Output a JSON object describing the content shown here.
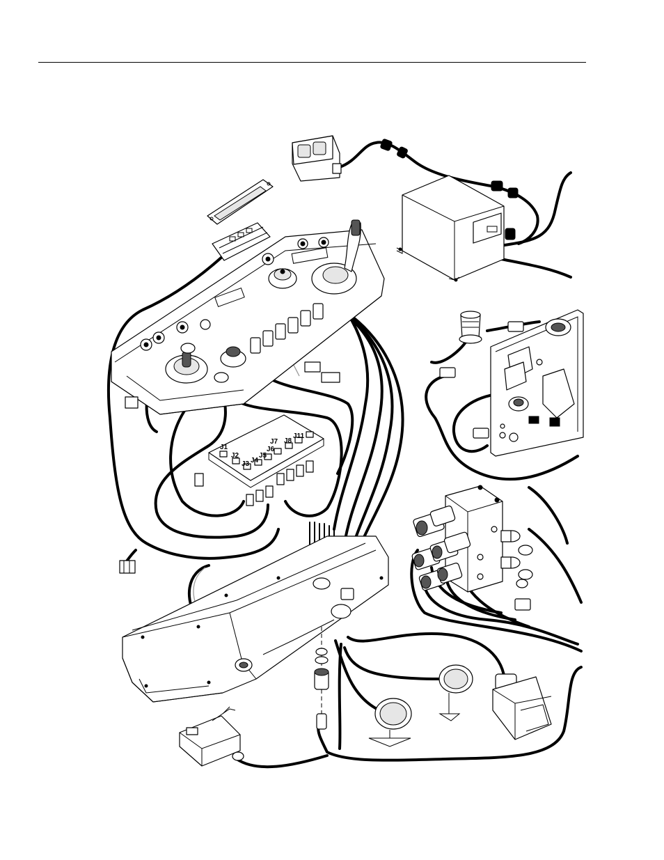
{
  "diagram": {
    "connector_labels": [
      "J1",
      "J2",
      "J3",
      "J4",
      "J5",
      "J6",
      "J7",
      "J8",
      "J11"
    ]
  }
}
